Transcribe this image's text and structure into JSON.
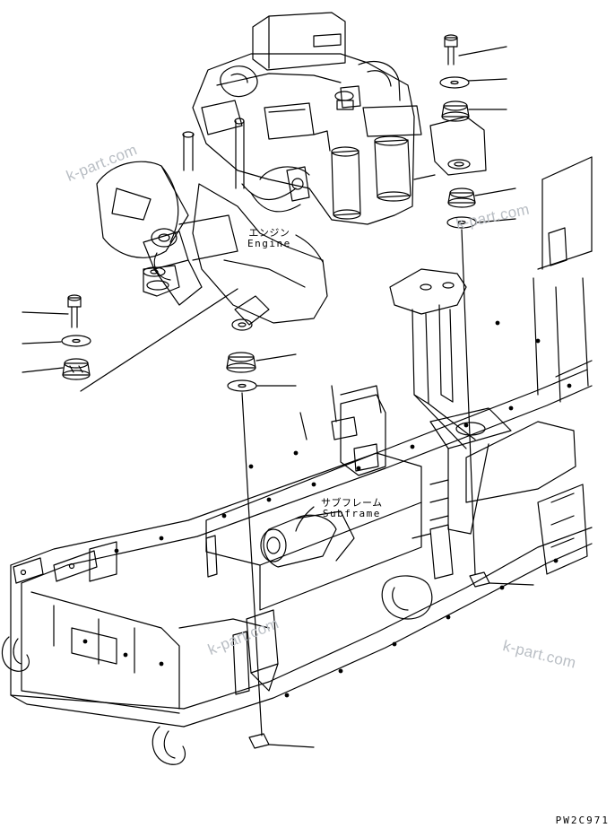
{
  "labels": {
    "engine": {
      "jp": "エンジン",
      "en": "Engine"
    },
    "subframe": {
      "jp": "サブフレーム",
      "en": "Subframe"
    }
  },
  "watermark": "k-part.com",
  "drawing_code": "PW2C971"
}
